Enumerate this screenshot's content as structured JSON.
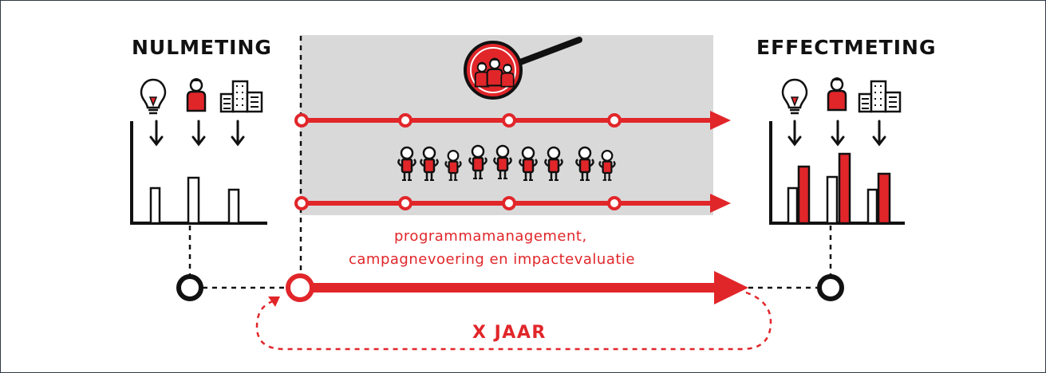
{
  "labels": {
    "baseline": "NULMETING",
    "impact": "EFFECTMETING",
    "program_line1": "programmamanagement,",
    "program_line2": "campagnevoering en impactevaluatie",
    "duration": "X JAAR"
  },
  "colors": {
    "accent": "#e1262a",
    "ink": "#111111",
    "panel": "#d9d9da"
  },
  "icons": [
    "lightbulb-icon",
    "person-icon",
    "buildings-icon",
    "magnifier-icon"
  ]
}
